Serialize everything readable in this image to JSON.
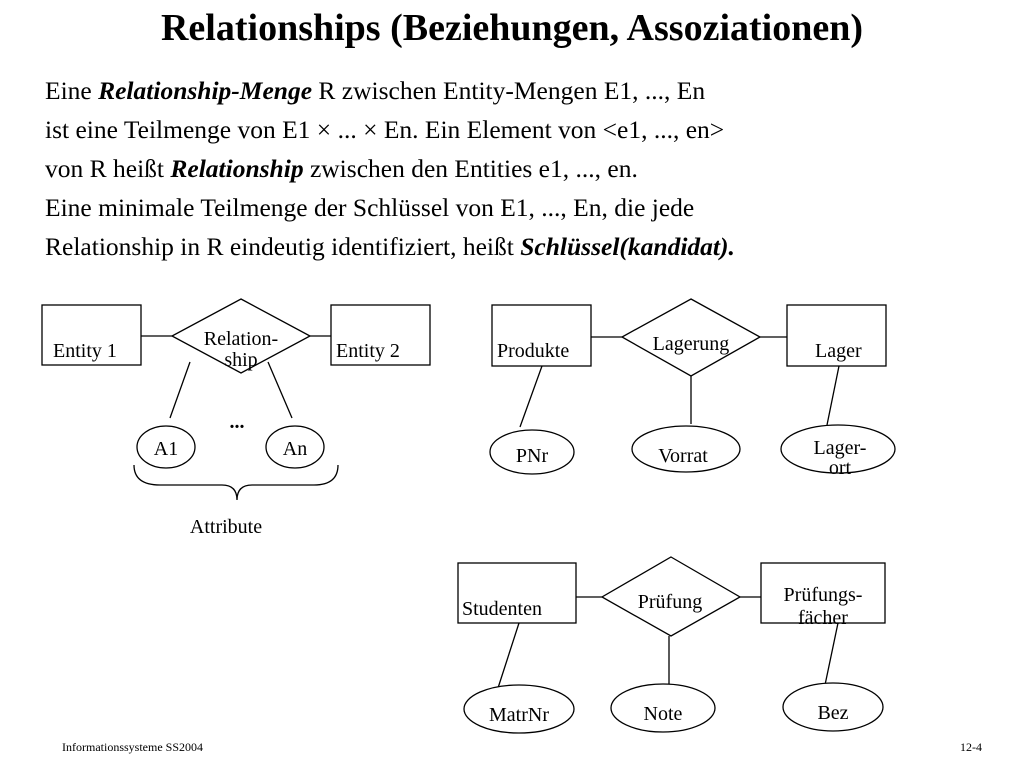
{
  "title": "Relationships (Beziehungen, Assoziationen)",
  "paragraph": {
    "l1_a": "Eine ",
    "l1_b": "Relationship-Menge",
    "l1_c": " R zwischen Entity-Mengen E1, ..., En",
    "l2": "ist eine Teilmenge von E1 × ... × En. Ein Element von <e1, ..., en>",
    "l3_a": "von R heißt ",
    "l3_b": "Relationship",
    "l3_c": " zwischen den Entities e1, ..., en.",
    "l4": "Eine minimale Teilmenge der Schlüssel von E1, ..., En, die jede",
    "l5_a": "Relationship in R eindeutig identifiziert, heißt ",
    "l5_b": "Schlüssel(kandidat)."
  },
  "diagram_generic": {
    "entity1": "Entity 1",
    "relation_line1": "Relation-",
    "relation_line2": "ship",
    "entity2": "Entity 2",
    "attr1": "A1",
    "attr_n": "An",
    "dots": "...",
    "brace_label": "Attribute"
  },
  "diagram_lager": {
    "entity1": "Produkte",
    "relation": "Lagerung",
    "entity2": "Lager",
    "attr_pnr": "PNr",
    "attr_vorrat": "Vorrat",
    "attr_lagerort_line1": "Lager-",
    "attr_lagerort_line2": "ort"
  },
  "diagram_pruefung": {
    "entity1": "Studenten",
    "relation": "Prüfung",
    "entity2_line1": "Prüfungs-",
    "entity2_line2": "fächer",
    "attr_matrnr": "MatrNr",
    "attr_note": "Note",
    "attr_bez": "Bez"
  },
  "footer": {
    "left": "Informationssysteme SS2004",
    "right": "12-4"
  }
}
